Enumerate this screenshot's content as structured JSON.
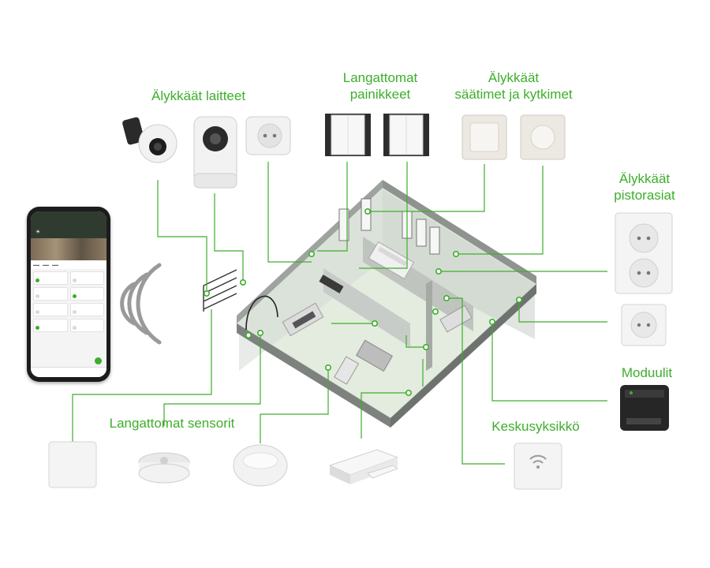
{
  "labels": {
    "smart_devices": "Älykkäät laitteet",
    "wireless_buttons_1": "Langattomat",
    "wireless_buttons_2": "painikkeet",
    "smart_controls_1": "Älykkäät",
    "smart_controls_2": "säätimet ja kytkimet",
    "smart_sockets_1": "Älykkäät",
    "smart_sockets_2": "pistorasiat",
    "modules": "Moduulit",
    "central_unit": "Keskusyksikkö",
    "wireless_sensors": "Langattomat sensorit"
  },
  "colors": {
    "accent": "#3dae2b",
    "device_white": "#f2f2f2",
    "device_shadow": "#c9c9c9",
    "floor": "#e3ecdf",
    "wall": "#b9bdb9",
    "wifi_waves": "#9a9a9a"
  }
}
